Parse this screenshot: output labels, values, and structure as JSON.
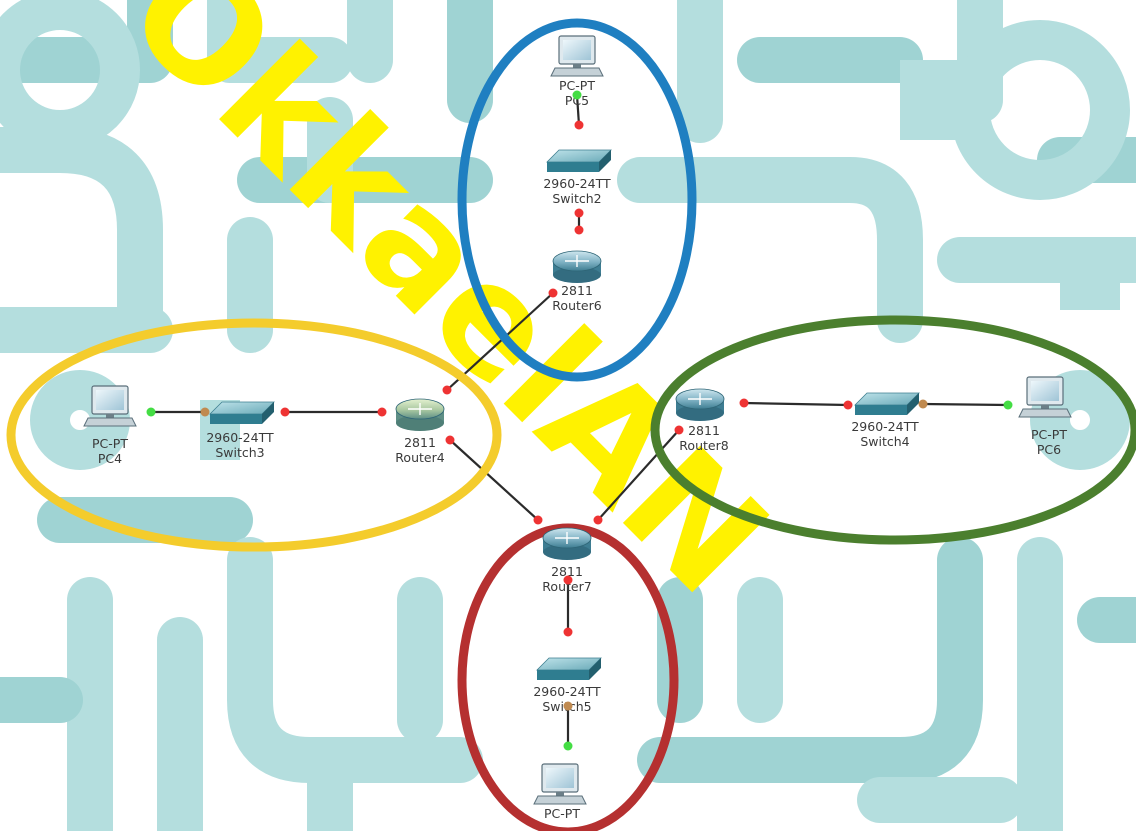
{
  "colors": {
    "background_pattern": "#b4dede",
    "background_pattern_dark": "#9fd3d3",
    "link": "#2b2b2b",
    "port_up": "#44dd44",
    "port_down": "#ee3333",
    "port_orange": "#c08a50",
    "ellipse_top": "#1f7fc1",
    "ellipse_left": "#f4cc2c",
    "ellipse_right": "#4b7f2e",
    "ellipse_bottom": "#b53030",
    "watermark": "#fff200"
  },
  "watermark": {
    "text": "OkkaelAN"
  },
  "devices": {
    "pc5": {
      "model": "PC-PT",
      "name": "PC5",
      "icon": "pc-icon"
    },
    "switch2": {
      "model": "2960-24TT",
      "name": "Switch2",
      "icon": "switch-icon"
    },
    "router6": {
      "model": "2811",
      "name": "Router6",
      "icon": "router-icon"
    },
    "pc4": {
      "model": "PC-PT",
      "name": "PC4",
      "icon": "pc-icon"
    },
    "switch3": {
      "model": "2960-24TT",
      "name": "Switch3",
      "icon": "switch-icon"
    },
    "router4": {
      "model": "2811",
      "name": "Router4",
      "icon": "router-icon"
    },
    "router8": {
      "model": "2811",
      "name": "Router8",
      "icon": "router-icon"
    },
    "switch4": {
      "model": "2960-24TT",
      "name": "Switch4",
      "icon": "switch-icon"
    },
    "pc6": {
      "model": "PC-PT",
      "name": "PC6",
      "icon": "pc-icon"
    },
    "router7": {
      "model": "2811",
      "name": "Router7",
      "icon": "router-icon"
    },
    "switch5": {
      "model": "2960-24TT",
      "name": "Switch5",
      "icon": "switch-icon"
    },
    "pc7": {
      "model": "PC-PT",
      "name": "",
      "icon": "pc-icon"
    }
  },
  "links": [
    {
      "from": "pc5",
      "to": "switch2",
      "end_from": "up",
      "end_to": "down"
    },
    {
      "from": "switch2",
      "to": "router6",
      "end_from": "down",
      "end_to": "down"
    },
    {
      "from": "router6",
      "to": "router4",
      "end_from": "down",
      "end_to": "down"
    },
    {
      "from": "pc4",
      "to": "switch3",
      "end_from": "up",
      "end_to": "orange"
    },
    {
      "from": "switch3",
      "to": "router4",
      "end_from": "down",
      "end_to": "down"
    },
    {
      "from": "router4",
      "to": "router7",
      "end_from": "down",
      "end_to": "down"
    },
    {
      "from": "router8",
      "to": "switch4",
      "end_from": "down",
      "end_to": "down"
    },
    {
      "from": "switch4",
      "to": "pc6",
      "end_from": "orange",
      "end_to": "up"
    },
    {
      "from": "router8",
      "to": "router7",
      "end_from": "down",
      "end_to": "down"
    },
    {
      "from": "router7",
      "to": "switch5",
      "end_from": "down",
      "end_to": "down"
    },
    {
      "from": "switch5",
      "to": "pc7",
      "end_from": "orange",
      "end_to": "up"
    }
  ]
}
